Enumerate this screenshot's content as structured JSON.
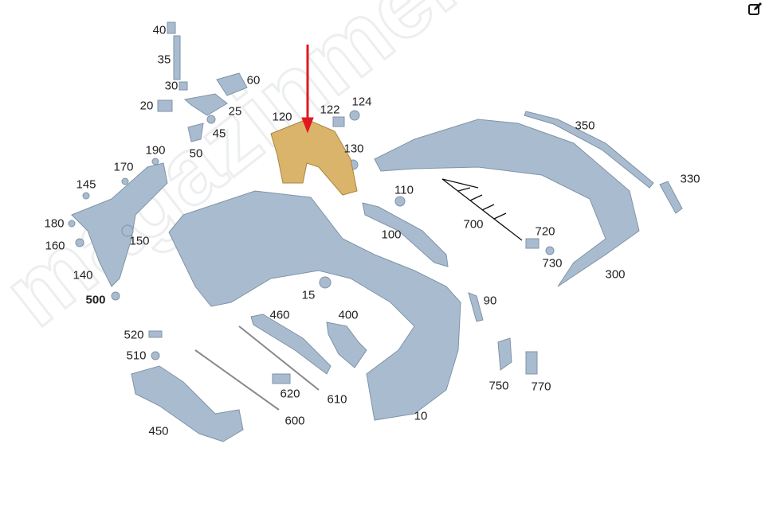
{
  "watermark": "magazinmercedes.ru",
  "edit_icon": "edit-icon",
  "colors": {
    "part": "#a9bccf",
    "part_stroke": "#7f93a8",
    "highlight": "#d9b46a",
    "arrow": "#e0191e"
  },
  "labels": [
    "40",
    "35",
    "30",
    "60",
    "20",
    "25",
    "45",
    "50",
    "120",
    "122",
    "124",
    "130",
    "350",
    "330",
    "190",
    "170",
    "145",
    "180",
    "160",
    "150",
    "140",
    "500",
    "110",
    "100",
    "700",
    "720",
    "730",
    "300",
    "15",
    "90",
    "460",
    "400",
    "520",
    "510",
    "750",
    "770",
    "620",
    "610",
    "600",
    "10",
    "450"
  ],
  "highlighted_part": "120"
}
